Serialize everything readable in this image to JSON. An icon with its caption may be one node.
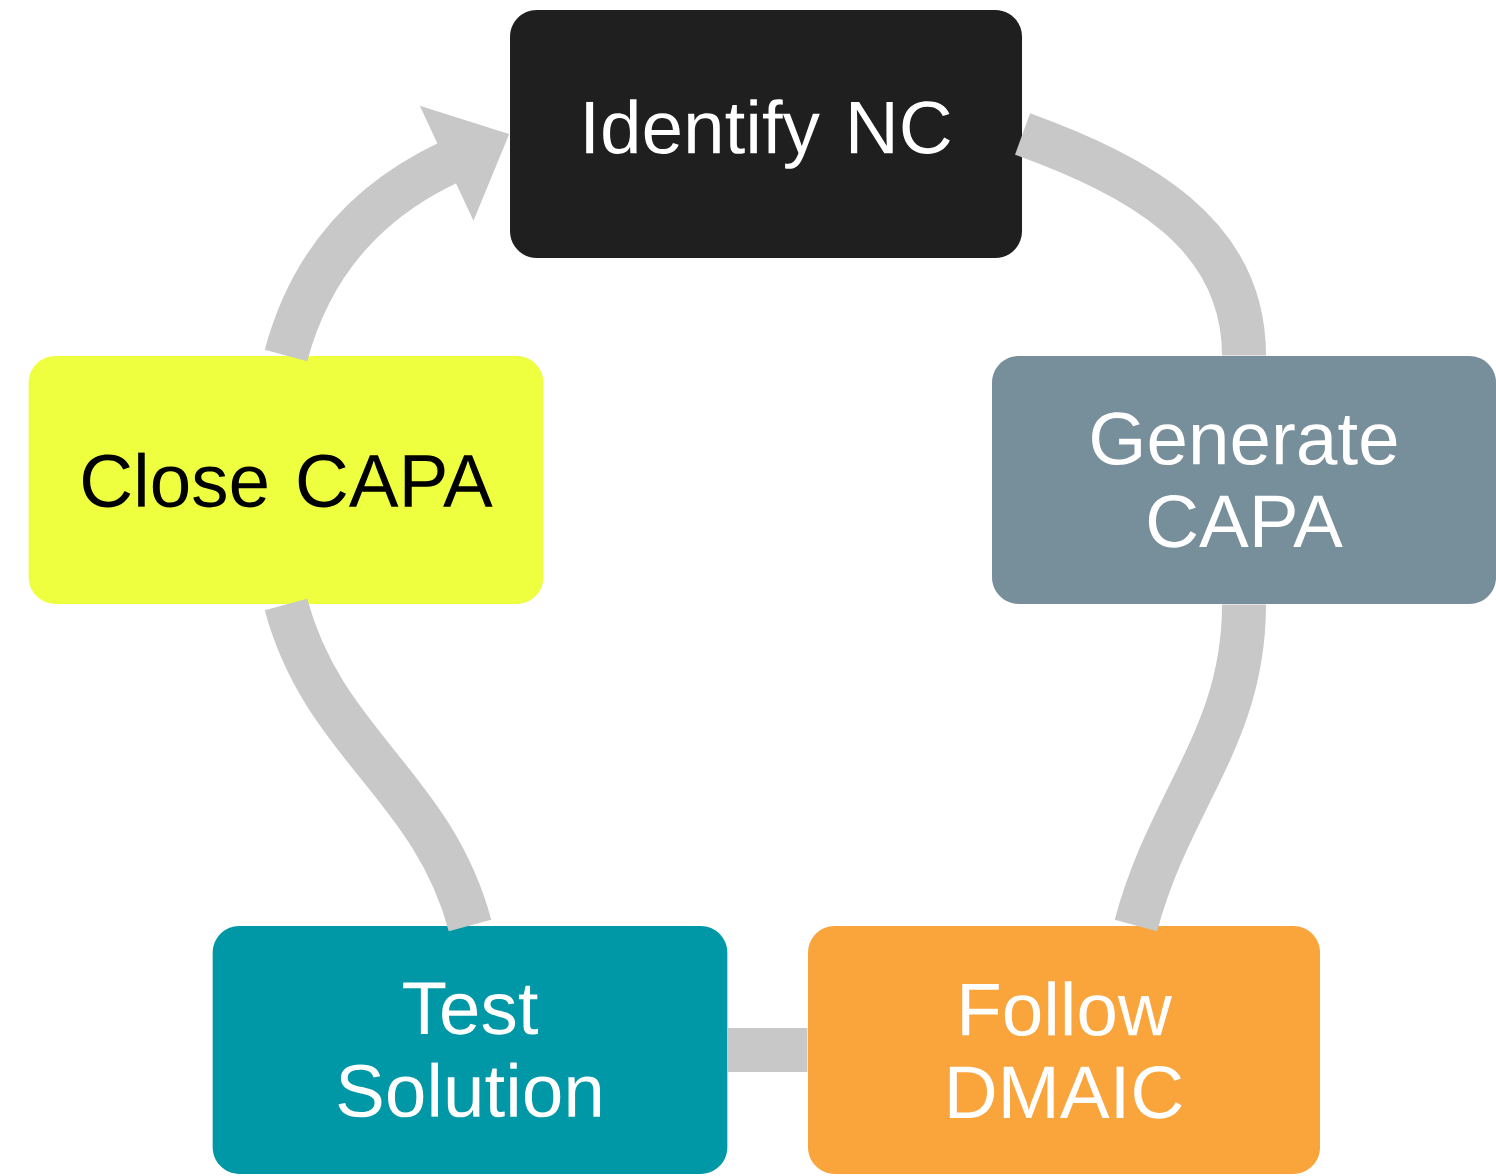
{
  "diagram": {
    "nodes": [
      {
        "text": [
          "Identify NC"
        ]
      },
      {
        "text": [
          "Generate CAPA"
        ]
      },
      {
        "text": [
          "Follow DMAIC"
        ]
      },
      {
        "text": [
          "Test Solution"
        ]
      },
      {
        "text": [
          "Close CAPA"
        ]
      }
    ],
    "edges": [
      {
        "from": 0,
        "to": 1,
        "arrow": "none"
      },
      {
        "from": 1,
        "to": 2,
        "arrow": "none"
      },
      {
        "from": 2,
        "to": 3,
        "arrow": "none"
      },
      {
        "from": 3,
        "to": 4,
        "arrow": "none"
      },
      {
        "from": 4,
        "to": 0,
        "arrow": "to"
      }
    ]
  }
}
